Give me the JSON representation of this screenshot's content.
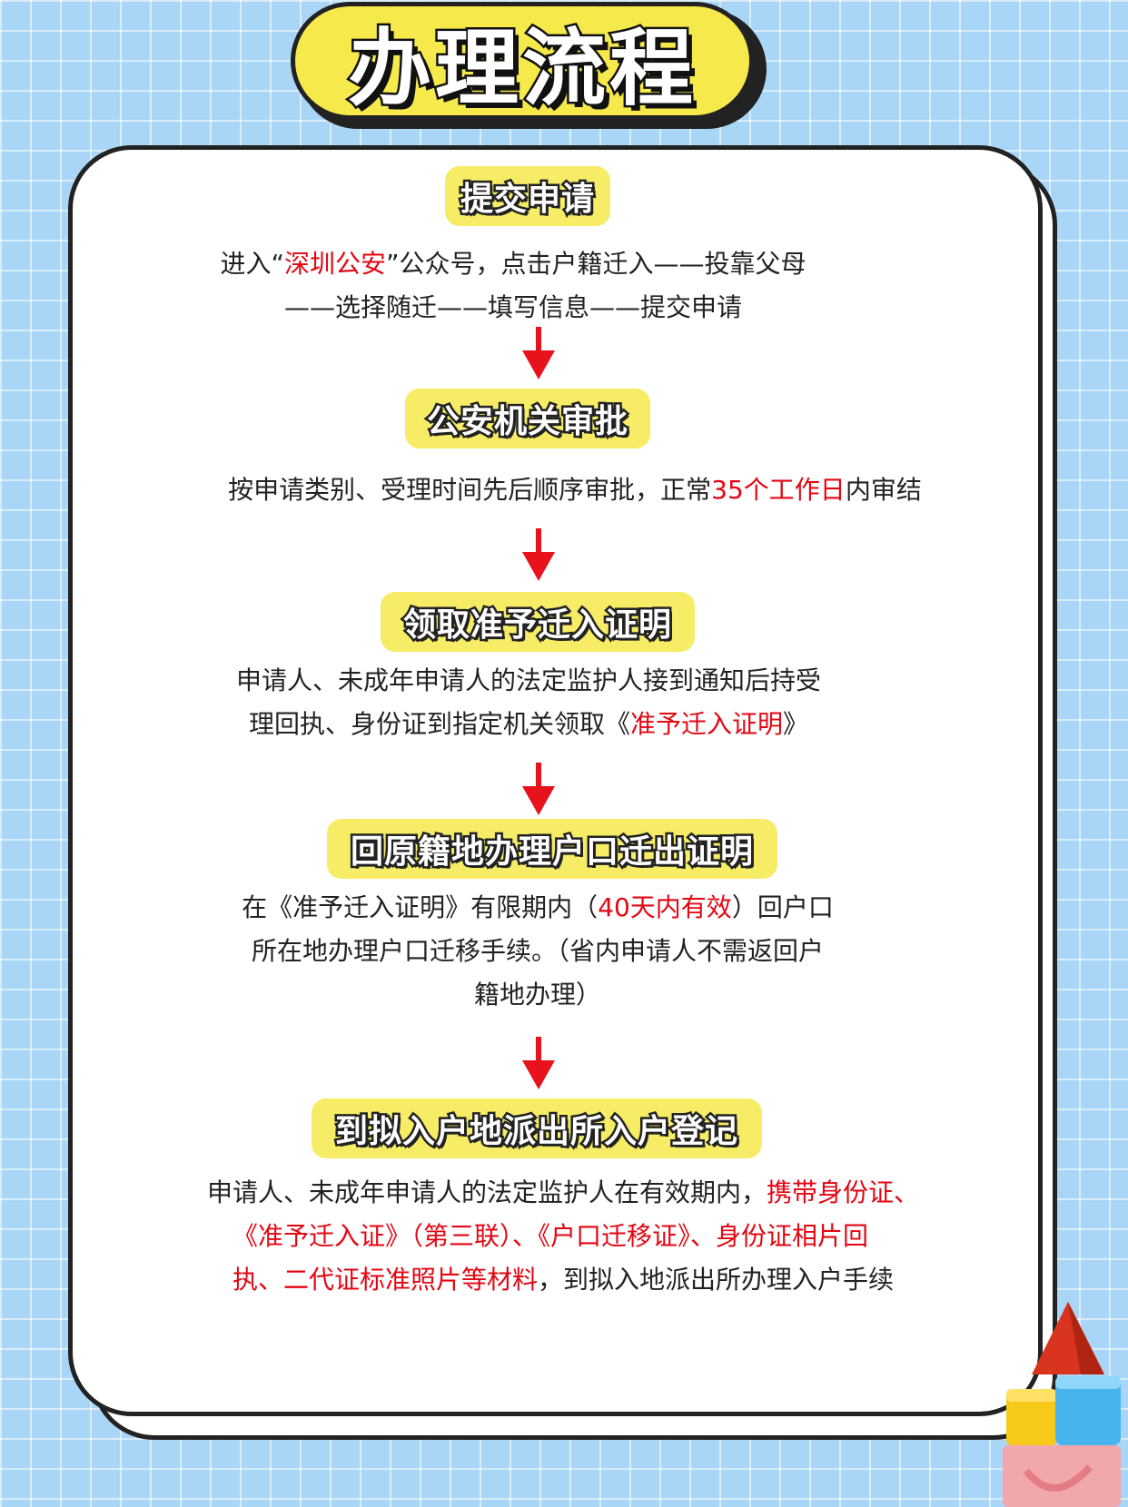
{
  "title": "办理流程",
  "colors": {
    "background": "#a9d6f7",
    "pill": "#f6ec66",
    "highlight": "#e30613",
    "arrow": "#e8121c"
  },
  "steps": [
    {
      "label": "提交申请",
      "lines": [
        [
          "进入“",
          "深圳公安",
          "”公众号，点击户籍迁入——投靠父母"
        ],
        [
          "——选择随迁——填写信息——提交申请"
        ]
      ]
    },
    {
      "label": "公安机关审批",
      "lines": [
        [
          "按申请类别、受理时间先后顺序审批，正常",
          "35个工作日",
          "内审结"
        ]
      ]
    },
    {
      "label": "领取准予迁入证明",
      "lines": [
        [
          "申请人、未成年申请人的法定监护人接到通知后持受"
        ],
        [
          "理回执、身份证到指定机关领取《",
          "准予迁入证明",
          "》"
        ]
      ]
    },
    {
      "label": "回原籍地办理户口迁出证明",
      "lines": [
        [
          "在《准予迁入证明》有限期内（",
          "40天内有效",
          "）回户口"
        ],
        [
          "所在地办理户口迁移手续。（省内申请人不需返回户"
        ],
        [
          "籍地办理）"
        ]
      ]
    },
    {
      "label": "到拟入户地派出所入户登记",
      "lines": [
        [
          "申请人、未成年申请人的法定监护人在有效期内，",
          "携带身份证、"
        ],
        [
          "",
          "《准予迁入证》（第三联）、《户口迁移证》、身份证相片回"
        ],
        [
          "",
          "执、二代证标准照片等材料",
          "，到拟入地派出所办理入户手续"
        ]
      ]
    }
  ]
}
